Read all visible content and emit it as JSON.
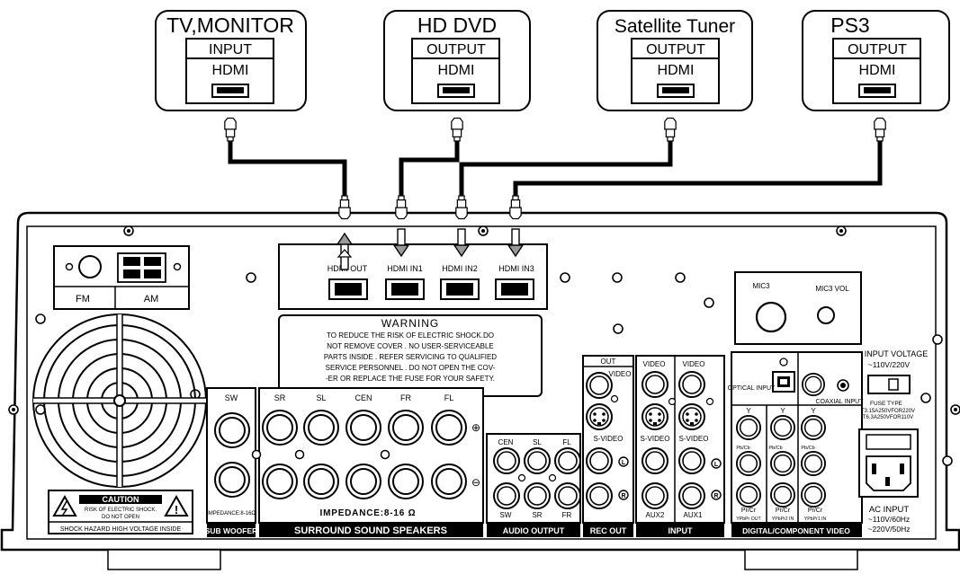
{
  "devices": [
    {
      "name": "TV,MONITOR",
      "port_type": "INPUT",
      "connector": "HDMI"
    },
    {
      "name": "HD DVD",
      "port_type": "OUTPUT",
      "connector": "HDMI"
    },
    {
      "name": "Satellite Tuner",
      "port_type": "OUTPUT",
      "connector": "HDMI"
    },
    {
      "name": "PS3",
      "port_type": "OUTPUT",
      "connector": "HDMI"
    }
  ],
  "hdmi_panel": {
    "ports": [
      "HDMI OUT",
      "HDMI IN1",
      "HDMI IN2",
      "HDMI IN3"
    ]
  },
  "antenna": {
    "fm": "FM",
    "am": "AM"
  },
  "warning": {
    "title": "WARNING",
    "lines": [
      "TO REDUCE THE RISK OF ELECTRIC SHOCK.DO",
      "NOT REMOVE COVER . NO USER-SERVICEABLE",
      "PARTS INSIDE . REFER SERVICING TO QUALIFIED",
      "SERVICE PERSONNEL . DO NOT OPEN THE COV-",
      "-ER OR REPLACE THE FUSE FOR YOUR SAFETY."
    ]
  },
  "caution": {
    "title": "CAUTION",
    "line1": "RISK OF ELECTRIC SHOCK.",
    "line2": "DO NOT OPEN",
    "bottom": "SHOCK HAZARD HIGH VOLTAGE INSIDE"
  },
  "subwoofer": {
    "top": "SW",
    "impedance": "IMPEDANCE:8-16Ω",
    "footer": "SUB WOOFER"
  },
  "speakers": {
    "channels": [
      "SR",
      "SL",
      "CEN",
      "FR",
      "FL"
    ],
    "plus": "⊕",
    "minus": "⊖",
    "impedance": "IMPEDANCE:8-16 Ω",
    "footer": "SURROUND SOUND SPEAKERS"
  },
  "audio_output": {
    "top": [
      "CEN",
      "SL",
      "FL"
    ],
    "bottom": [
      "SW",
      "SR",
      "FR"
    ],
    "footer": "AUDIO OUTPUT"
  },
  "rec_out": {
    "out": "OUT",
    "video": "VIDEO",
    "svideo": "S-VIDEO",
    "l": "L",
    "r": "R",
    "footer": "REC OUT"
  },
  "input": {
    "video": "VIDEO",
    "svideo": "S-VIDEO",
    "aux2": "AUX2",
    "aux1": "AUX1",
    "l": "L",
    "r": "R",
    "footer": "INPUT"
  },
  "mic": {
    "mic3": "MIC3",
    "vol": "MIC3 VOL"
  },
  "digital": {
    "optical": "OPTICAL INPUT",
    "coaxial": "COAXIAL INPUT",
    "y": "Y",
    "pb": "Pb/Cb",
    "pr": "Pr/Cr",
    "col_labels": [
      "YPbPr OUT",
      "YPbPr2 IN",
      "YPbPr1 IN"
    ],
    "footer": "DIGITAL/COMPONENT VIDEO"
  },
  "power": {
    "voltage_title": "INPUT VOLTAGE",
    "voltage_value": "~110V/220V",
    "fuse_title": "FUSE TYPE",
    "fuse1": "T3.15A250VFOR220V",
    "fuse2": "T6.3A250VFOR110V",
    "ac_title": "AC INPUT",
    "ac1": "~110V/60Hz",
    "ac2": "~220V/50Hz"
  }
}
